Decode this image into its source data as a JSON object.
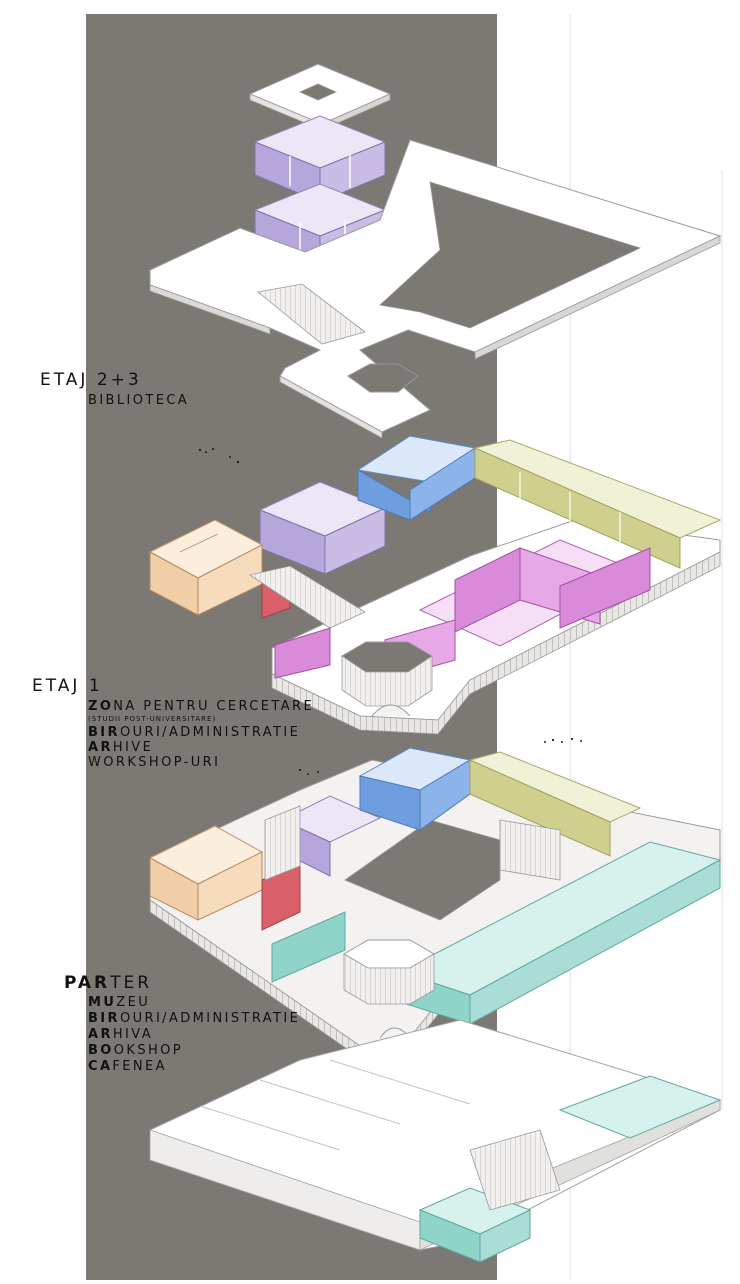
{
  "levels": [
    {
      "key": "etaj23",
      "title": "ETAJ 2+3",
      "items": [
        {
          "bold": "",
          "rest": "BIBLIOTECA"
        }
      ]
    },
    {
      "key": "etaj1",
      "title": "ETAJ 1",
      "items": [
        {
          "bold": "ZO",
          "rest": "NA PENTRU CERCETARE"
        },
        {
          "bold": "",
          "rest": "(STUDII POST-UNIVERSITARE)"
        },
        {
          "bold": "BIR",
          "rest": "OURI/ADMINISTRATIE"
        },
        {
          "bold": "AR",
          "rest": "HIVE"
        },
        {
          "bold": "",
          "rest": "WORKSHOP-URI"
        }
      ]
    },
    {
      "key": "parter",
      "title_bold": "PAR",
      "title_rest": "TER",
      "items": [
        {
          "bold": "MU",
          "rest": "ZEU"
        },
        {
          "bold": "BIR",
          "rest": "OURI/ADMINISTRATIE"
        },
        {
          "bold": "AR",
          "rest": "HIVA"
        },
        {
          "bold": "BO",
          "rest": "OKSHOP"
        },
        {
          "bold": "CA",
          "rest": "FENEA"
        }
      ]
    }
  ],
  "colors": {
    "background_band": "#7b7773",
    "slab": "#ffffff",
    "library_purple": "#b8a8dc",
    "blue": "#6f9ee0",
    "olive": "#cfd08e",
    "magenta": "#d98ad9",
    "peach": "#f0cfa8",
    "red": "#d9606a",
    "teal": "#8fd3c9"
  }
}
